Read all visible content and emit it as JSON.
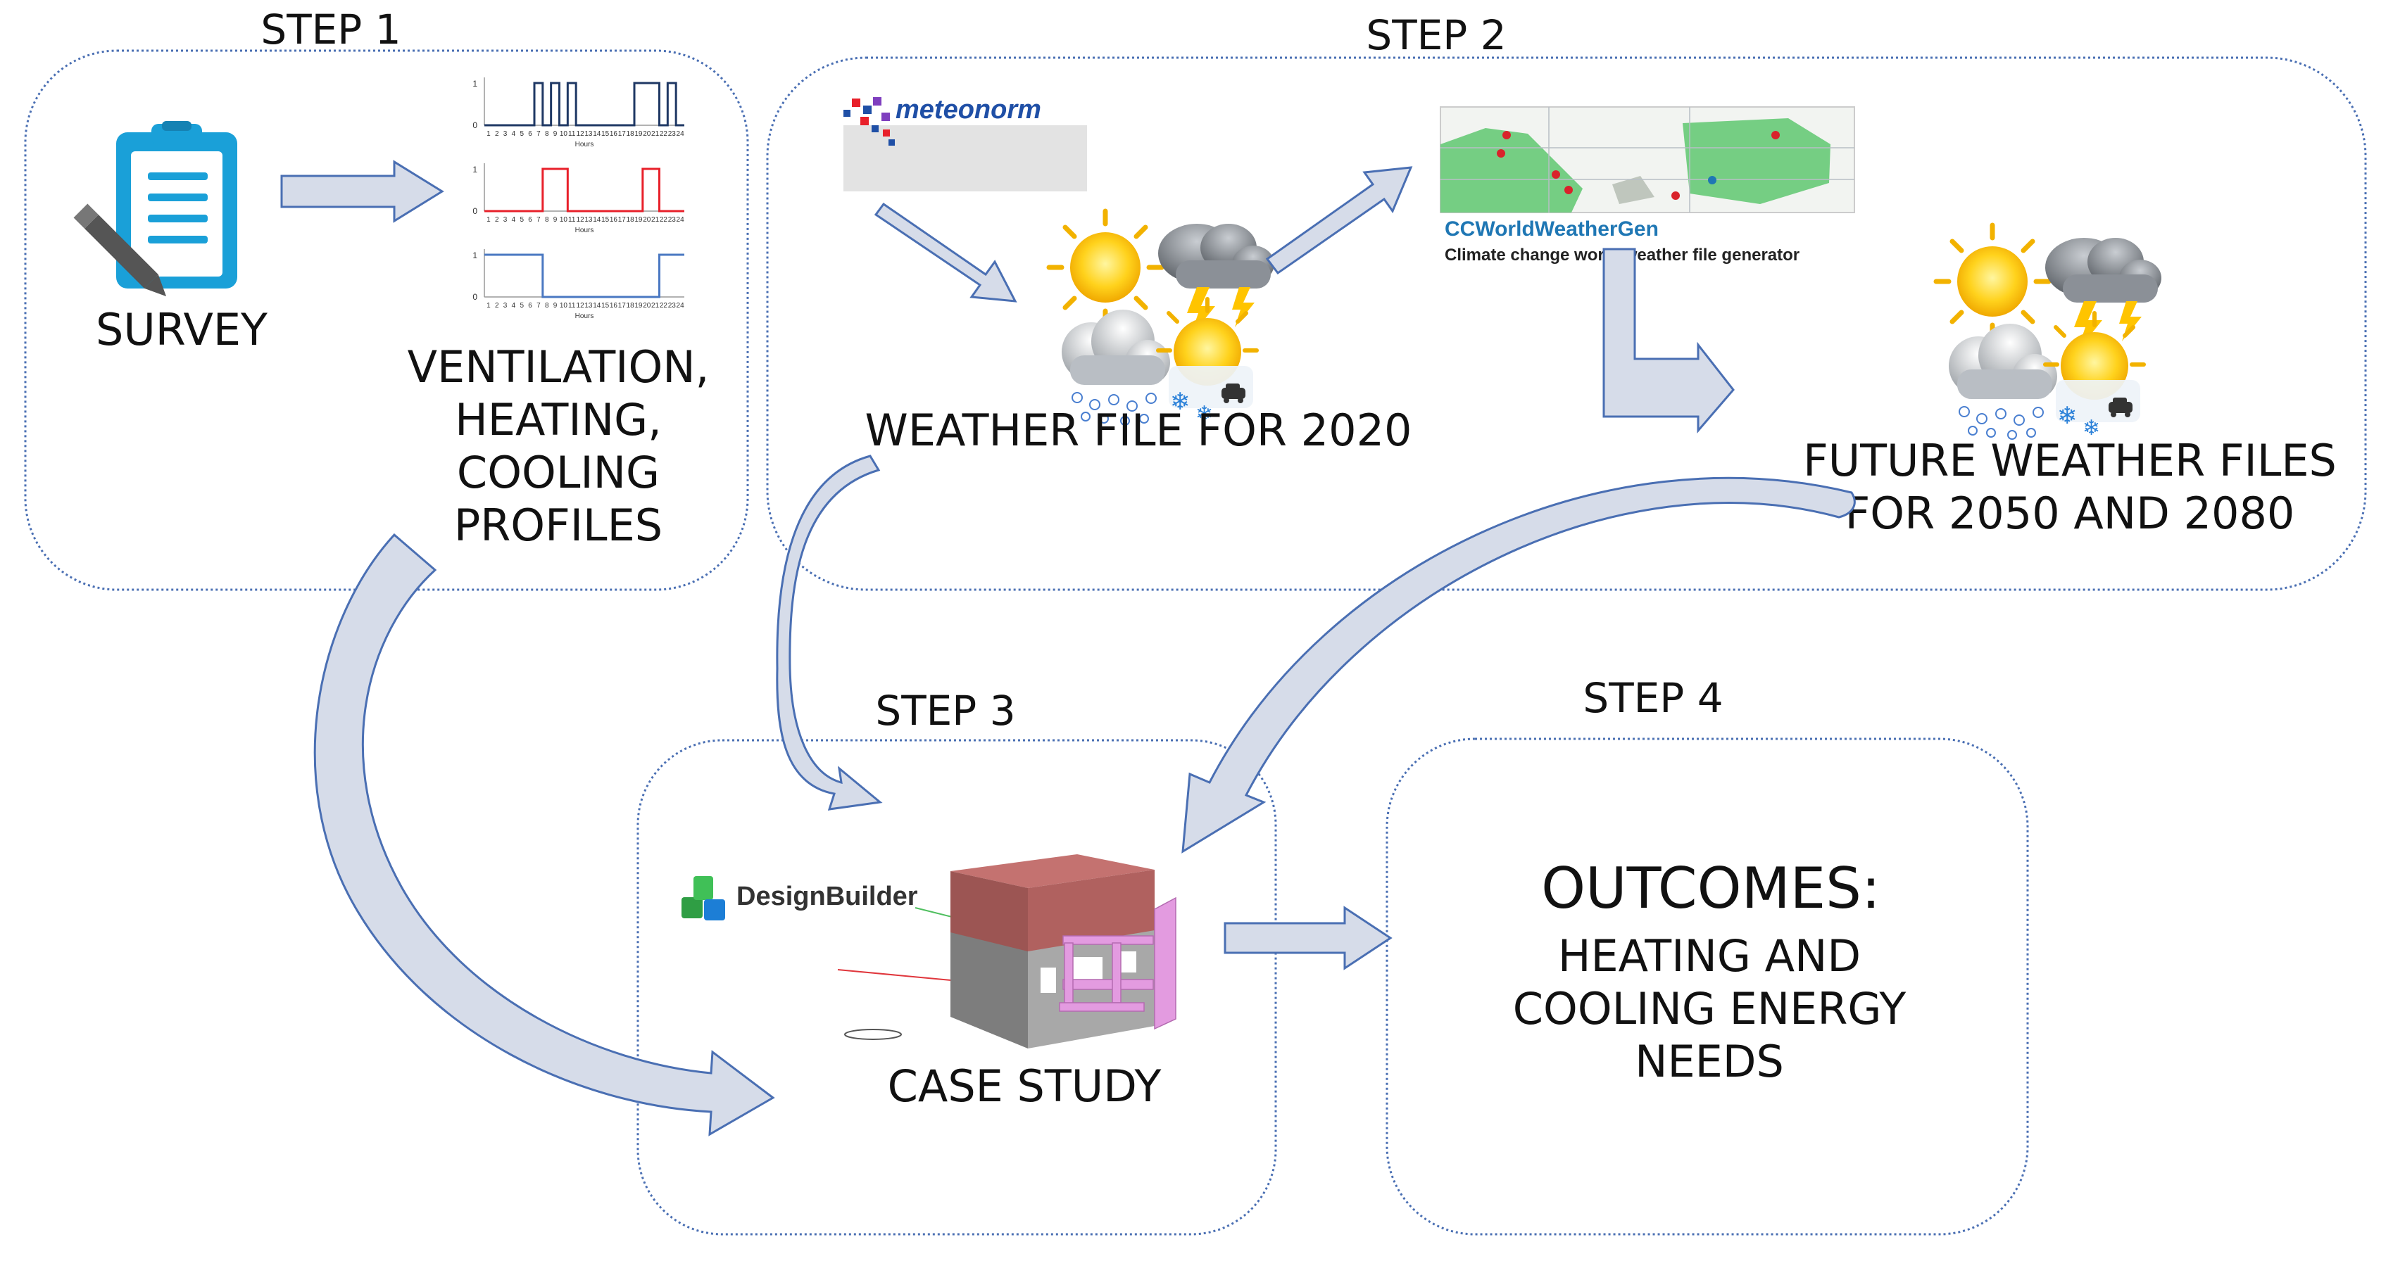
{
  "steps": [
    {
      "label": "STEP 1"
    },
    {
      "label": "STEP 2"
    },
    {
      "label": "STEP 3"
    },
    {
      "label": "STEP 4"
    }
  ],
  "step1": {
    "survey_label": "SURVEY",
    "profiles_label_lines": [
      "VENTILATION,",
      "HEATING,",
      "COOLING",
      "PROFILES"
    ],
    "profile_axis_title": "Hours",
    "profile_ticks": [
      "1",
      "2",
      "3",
      "4",
      "5",
      "6",
      "7",
      "8",
      "9",
      "10",
      "11",
      "12",
      "13",
      "14",
      "15",
      "16",
      "17",
      "18",
      "19",
      "20",
      "21",
      "22",
      "23",
      "24"
    ],
    "profile_y_top": "1",
    "profile_y_bottom": "0",
    "profiles": [
      {
        "color": "#1f3864",
        "schedule": [
          0,
          0,
          0,
          0,
          0,
          0,
          1,
          0,
          1,
          0,
          1,
          0,
          0,
          0,
          0,
          0,
          0,
          0,
          1,
          1,
          1,
          0,
          1,
          0
        ]
      },
      {
        "color": "#e8202a",
        "schedule": [
          0,
          0,
          0,
          0,
          0,
          0,
          0,
          1,
          1,
          1,
          0,
          0,
          0,
          0,
          0,
          0,
          0,
          0,
          0,
          1,
          1,
          0,
          0,
          0
        ]
      },
      {
        "color": "#4a78c2",
        "schedule": [
          1,
          1,
          1,
          1,
          1,
          1,
          1,
          0,
          0,
          0,
          0,
          0,
          0,
          0,
          0,
          0,
          0,
          0,
          0,
          0,
          0,
          1,
          1,
          1
        ]
      }
    ]
  },
  "step2": {
    "meteonorm_name": "meteonorm",
    "weather_2020_label": "WEATHER FILE FOR 2020",
    "ccworld_name": "CCWorldWeatherGen",
    "ccworld_subtitle": "Climate change world weather file generator",
    "future_label_lines": [
      "FUTURE WEATHER FILES",
      "FOR 2050 AND 2080"
    ]
  },
  "step3": {
    "designbuilder_name": "DesignBuilder",
    "case_study_label": "CASE STUDY"
  },
  "step4": {
    "outcomes_title": "OUTCOMES:",
    "outcomes_lines": [
      "HEATING AND",
      "COOLING ENERGY",
      "NEEDS"
    ]
  },
  "colors": {
    "box_border": "#4a6fb3",
    "arrow_fill": "#d6dce9",
    "arrow_stroke": "#4a6fb3",
    "clipboard": "#1aa0d8",
    "pencil": "#555555",
    "meteonorm_text": "#1f4fa6",
    "ccworld_text": "#1f77b4",
    "map_green": "#55c468",
    "roof": "#b0615f",
    "walls": "#8c8c8c",
    "pink": "#e39be0"
  }
}
